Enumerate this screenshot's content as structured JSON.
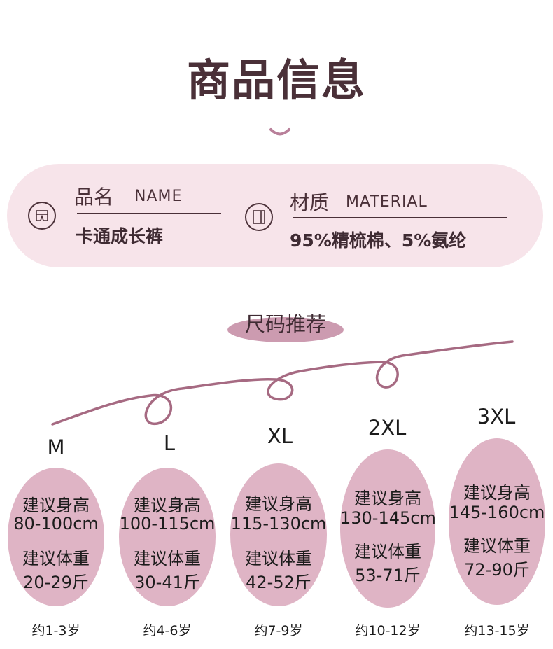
{
  "header": {
    "title": "商品信息"
  },
  "info": {
    "name_label": "品名",
    "name_label_en": "NAME",
    "name_value": "卡通成长裤",
    "material_label": "材质",
    "material_label_en": "MATERIAL",
    "material_value": "95%精梳棉、5%氨纶"
  },
  "size_section": {
    "heading": "尺码推荐",
    "height_label": "建议身高",
    "weight_label": "建议体重",
    "sizes": [
      {
        "name": "M",
        "height": "80-100cm",
        "weight": "20-29斤",
        "age": "约1-3岁"
      },
      {
        "name": "L",
        "height": "100-115cm",
        "weight": "30-41斤",
        "age": "约4-6岁"
      },
      {
        "name": "XL",
        "height": "115-130cm",
        "weight": "42-52斤",
        "age": "约7-9岁"
      },
      {
        "name": "2XL",
        "height": "130-145cm",
        "weight": "53-71斤",
        "age": "约10-12岁"
      },
      {
        "name": "3XL",
        "height": "145-160cm",
        "weight": "72-90斤",
        "age": "约13-15岁"
      }
    ]
  },
  "colors": {
    "panel": "#f7e4ea",
    "bubble": "#dfb4c5",
    "heading_pill": "#cc9bb0",
    "deco_line": "#a66a82",
    "text_dark": "#4a3038"
  },
  "icons": {
    "name_icon": "pants-icon",
    "material_icon": "fabric-icon"
  }
}
